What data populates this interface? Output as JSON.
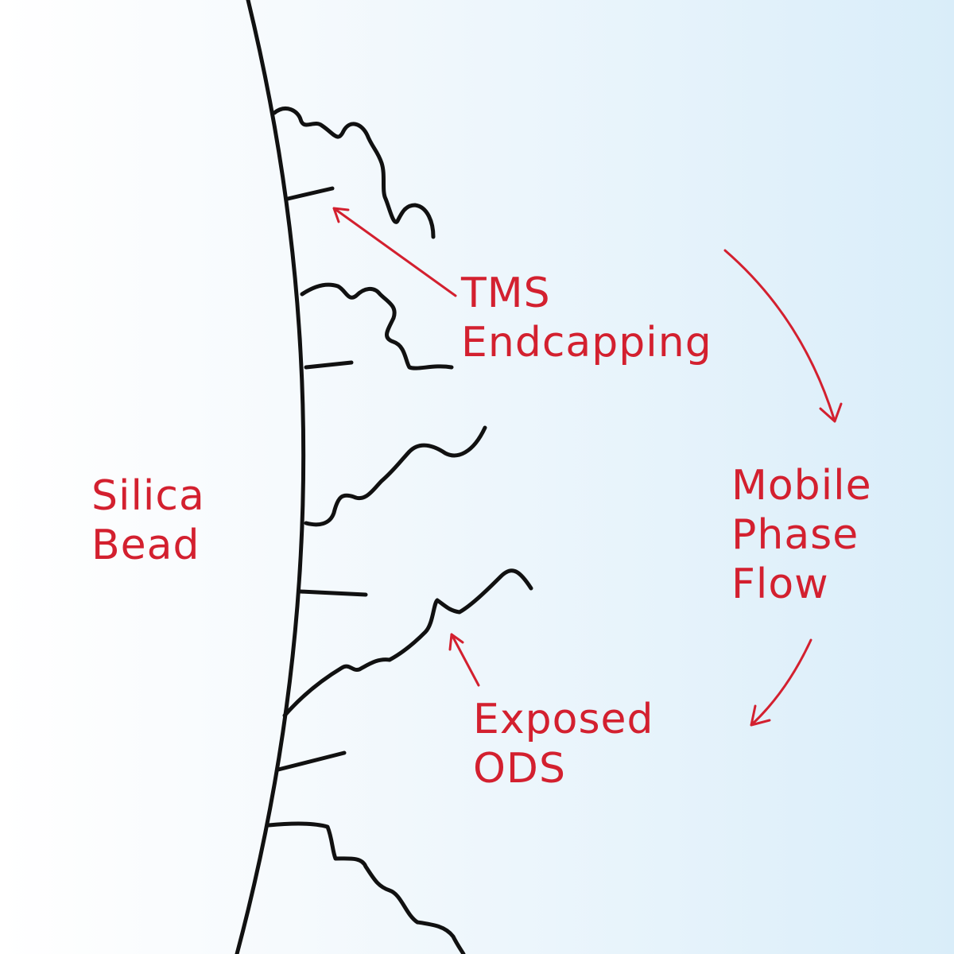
{
  "labels": {
    "silica_bead": [
      "Silica",
      "Bead"
    ],
    "tms_endcapping": [
      "TMS",
      "Endcapping"
    ],
    "mobile_phase_flow": [
      "Mobile",
      "Phase",
      "Flow"
    ],
    "exposed_ods": [
      "Exposed",
      "ODS"
    ]
  },
  "colors": {
    "accent": "#d3202f",
    "line": "#111111",
    "background_right": "#d9edf9"
  }
}
